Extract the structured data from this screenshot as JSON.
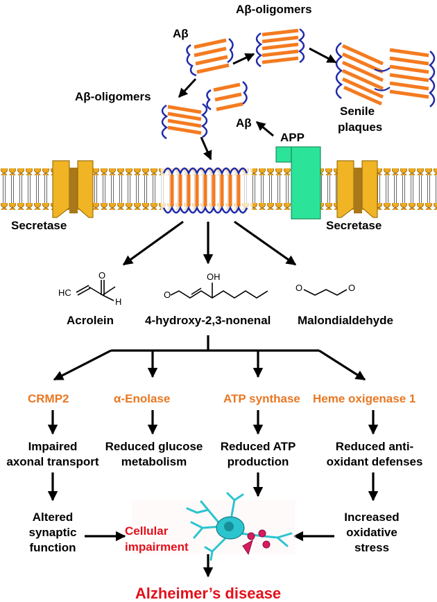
{
  "labels": {
    "abeta_top": "Aβ",
    "abeta_oligomers_top": "Aβ-oligomers",
    "abeta_oligomers_left": "Aβ-oligomers",
    "abeta_right": "Aβ",
    "senile_plaques_1": "Senile",
    "senile_plaques_2": "plaques",
    "app": "APP",
    "secretase_left": "Secretase",
    "secretase_right": "Secretase"
  },
  "aldehydes": {
    "acrolein": {
      "name": "Acrolein",
      "atom_hc": "HC",
      "atom_o": "O",
      "atom_h": "H"
    },
    "hne": {
      "name": "4-hydroxy-2,3-nonenal",
      "atom_oh": "OH",
      "atom_o": "O"
    },
    "mda": {
      "name": "Malondialdehyde",
      "atom_o1": "O",
      "atom_o2": "O"
    }
  },
  "targets": [
    {
      "name": "CRMP2",
      "effect_1": "Impaired",
      "effect_2": "axonal transport",
      "outcome_1": "Altered",
      "outcome_2": "synaptic",
      "outcome_3": "function"
    },
    {
      "name": "α-Enolase",
      "effect_1": "Reduced glucose",
      "effect_2": "metabolism"
    },
    {
      "name": "ATP synthase",
      "effect_1": "Reduced ATP",
      "effect_2": "production"
    },
    {
      "name": "Heme oxigenase 1",
      "effect_1": "Reduced anti-",
      "effect_2": "oxidant defenses",
      "outcome_1": "Increased",
      "outcome_2": "oxidative",
      "outcome_3": "stress"
    }
  ],
  "cellular": {
    "line1": "Cellular",
    "line2": "impairment"
  },
  "disease": "Alzheimer’s disease",
  "colors": {
    "peptide_coil": "#1f2aa8",
    "beta_strand": "#f47b20",
    "secretase": "#f0b424",
    "app_protein": "#2ce39a",
    "lipid_head": "#f0a91c",
    "target_text": "#e87722",
    "disease_text": "#e3101a",
    "neuron": "#2cc4cf",
    "neuron_synapse": "#d81b60"
  }
}
